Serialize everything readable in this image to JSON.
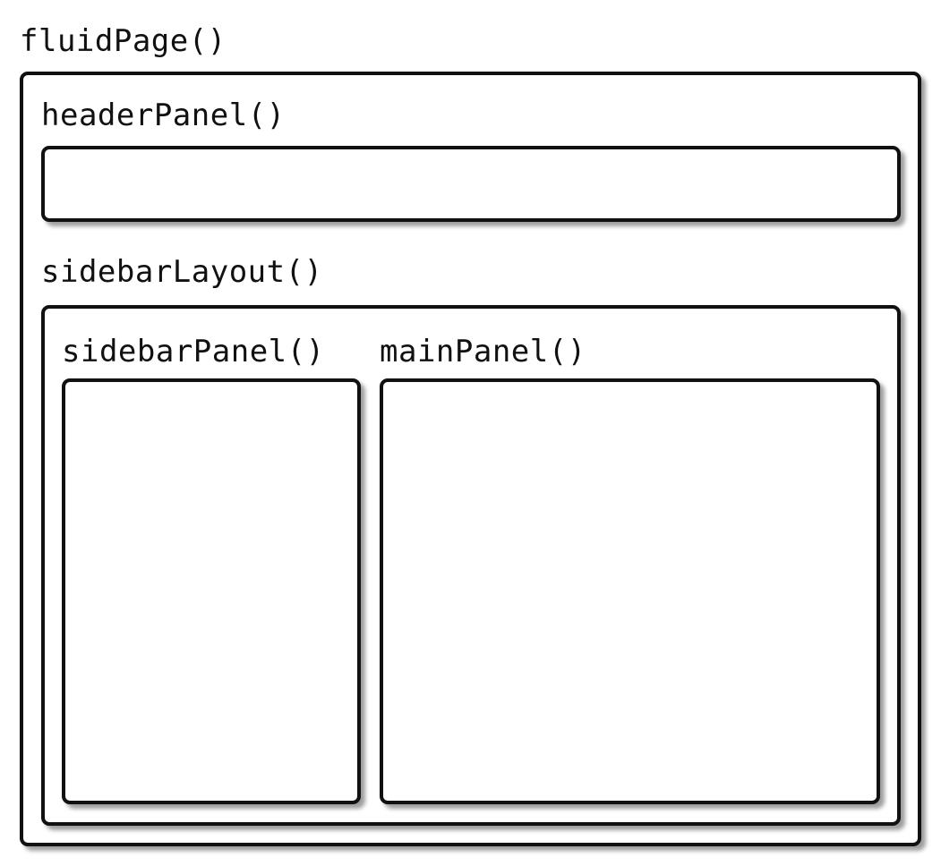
{
  "fluid_page": {
    "label": "fluidPage()"
  },
  "header_panel": {
    "label": "headerPanel()"
  },
  "sidebar_layout": {
    "label": "sidebarLayout()",
    "sidebar_panel": {
      "label": "sidebarPanel()"
    },
    "main_panel": {
      "label": "mainPanel()"
    }
  }
}
